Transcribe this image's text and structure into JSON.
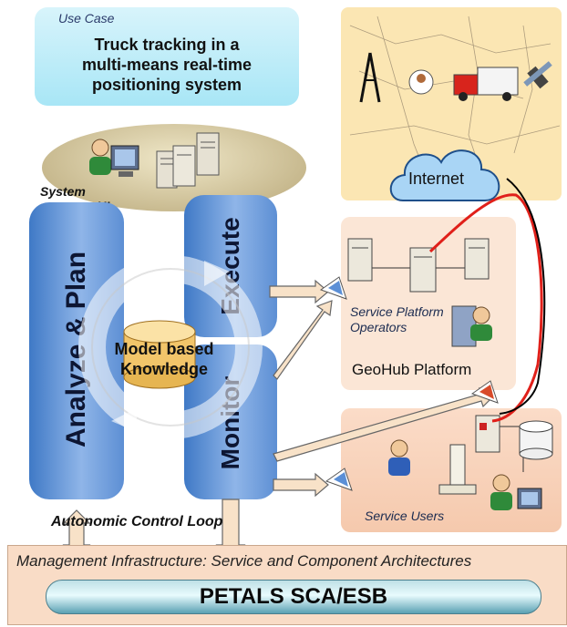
{
  "use_case": {
    "tag": "Use Case",
    "line1": "Truck tracking in a",
    "line2": "multi-means real-time",
    "line3": "positioning system"
  },
  "system_manager": {
    "line1": "System",
    "line2": "manager UI"
  },
  "loop": {
    "analyze": "Analyze & Plan",
    "execute": "Execute",
    "monitor": "Monitor",
    "knowledge1": "Model based",
    "knowledge2": "Knowledge",
    "caption": "Autonomic Control Loop"
  },
  "internet": "Internet",
  "platform": {
    "operators1": "Service Platform",
    "operators2": "Operators",
    "name": "GeoHub Platform"
  },
  "users": "Service Users",
  "infrastructure": {
    "label": "Management Infrastructure: Service and Component Architectures",
    "bus": "PETALS SCA/ESB"
  },
  "colors": {
    "loop_blue": "#4f86d0",
    "link_red": "#e0201a",
    "link_black": "#000000",
    "map_bg": "#fbe6b3"
  },
  "icons": [
    "antenna-icon",
    "user-icon",
    "truck-icon",
    "satellite-icon",
    "server-icon",
    "computer-icon",
    "probe-icon",
    "database-icon",
    "cylinder-icon",
    "cloud-icon"
  ]
}
